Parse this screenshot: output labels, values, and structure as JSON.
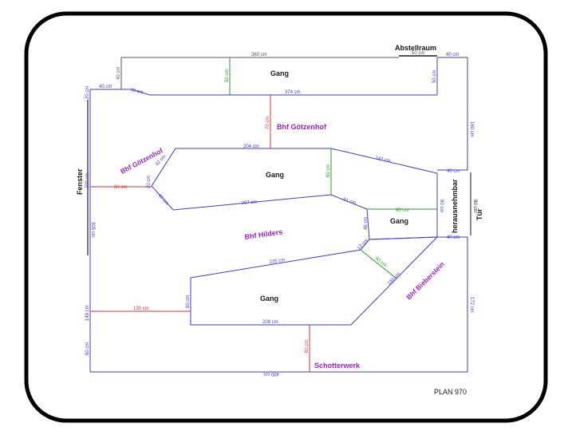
{
  "colors": {
    "frame": "#000000",
    "walls": "#3b3bd9",
    "wall_gray": "#555555",
    "dim_red": "#e03030",
    "dim_green": "#2a9a2a",
    "station_label": "#a020c8",
    "text": "#1a1a1a"
  },
  "plan_number": "PLAN 970",
  "labels": {
    "abstellraum": "Abstellraum",
    "gang_top": "Gang",
    "gang_mid": "Gang",
    "gang_right": "Gang",
    "gang_bottom": "Gang",
    "fenster": "Fenster",
    "herausnehmbar": "herausnehmbar",
    "tuer": "Tür"
  },
  "stations": {
    "goetzenhof_top": "Bhf Götzenhof",
    "goetzenhof_left": "Bhf Götzenhof",
    "hilders": "Bhf Hilders",
    "bieberstein": "Bhf Bieberstein",
    "schotterwerk": "Schotterwerk"
  },
  "dims": {
    "top_360": "360 cm",
    "top_50": "50 cm",
    "top_40r": "40 cm",
    "left_40": "40 cm",
    "top_40v": "40 cm",
    "top_38": "38 cm",
    "gang_50": "50 cm",
    "gang_374": "374 cm",
    "right_50": "50 cm",
    "left_20": "20 cm",
    "vert_70": "70 cm",
    "right_160": "160 cm",
    "mid_204": "204 cm",
    "mid_142": "142 cm",
    "mid_42": "42 cm",
    "mid_60g": "60 cm",
    "right_40a": "40 cm",
    "left_200": "200 cm",
    "red_80": "80 cm",
    "mid_20": "20 cm",
    "mid_40": "40 cm",
    "mid_207": "207 cm",
    "mid_51": "51 cm",
    "green_90": "90 cm",
    "right_80": "80 cm",
    "tuer_80": "80 cm",
    "left_305": "305 cm",
    "mid_46": "46 cm",
    "mid_12": "12 cm",
    "right_40b": "40 cm",
    "low_225": "225 cm",
    "green_60b": "60 cm",
    "diag_150": "150 cm",
    "red_130": "130 cm",
    "low_60": "60 cm",
    "left_148": "148 cm",
    "right_172": "172 cm",
    "low_208": "208 cm",
    "red_60": "60 cm",
    "left_60": "60 cm",
    "bottom_490": "490 cm"
  }
}
